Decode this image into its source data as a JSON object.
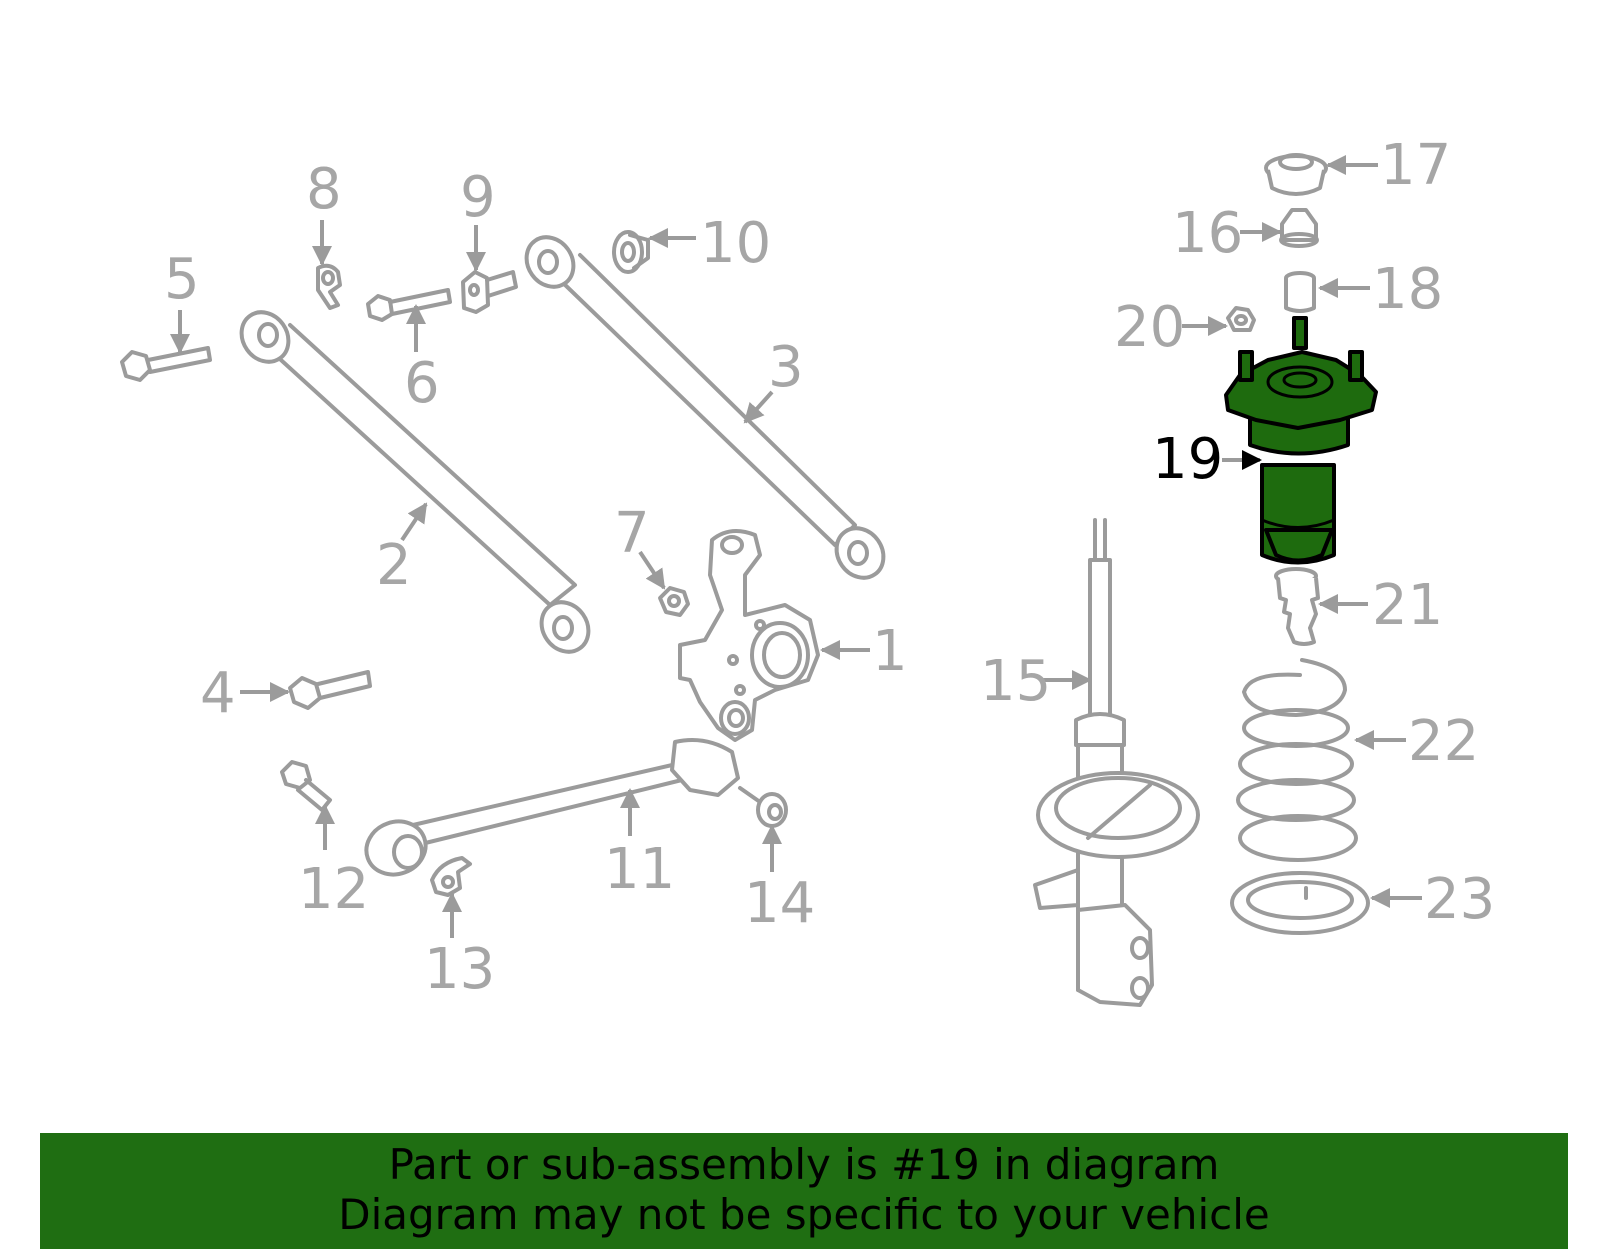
{
  "highlighted_part": "19",
  "callouts": {
    "c1": "1",
    "c2": "2",
    "c3": "3",
    "c4": "4",
    "c5": "5",
    "c6": "6",
    "c7": "7",
    "c8": "8",
    "c9": "9",
    "c10": "10",
    "c11": "11",
    "c12": "12",
    "c13": "13",
    "c14": "14",
    "c15": "15",
    "c16": "16",
    "c17": "17",
    "c18": "18",
    "c19": "19",
    "c20": "20",
    "c21": "21",
    "c22": "22",
    "c23": "23"
  },
  "banner": {
    "line1": "Part or sub-assembly is #19 in diagram",
    "line2": "Diagram may not be specific to your vehicle"
  },
  "colors": {
    "highlight": "#1e6b0e",
    "banner_bg": "#1f6e12",
    "part_stroke": "#9b9b9b",
    "label": "#a6a6a6"
  }
}
